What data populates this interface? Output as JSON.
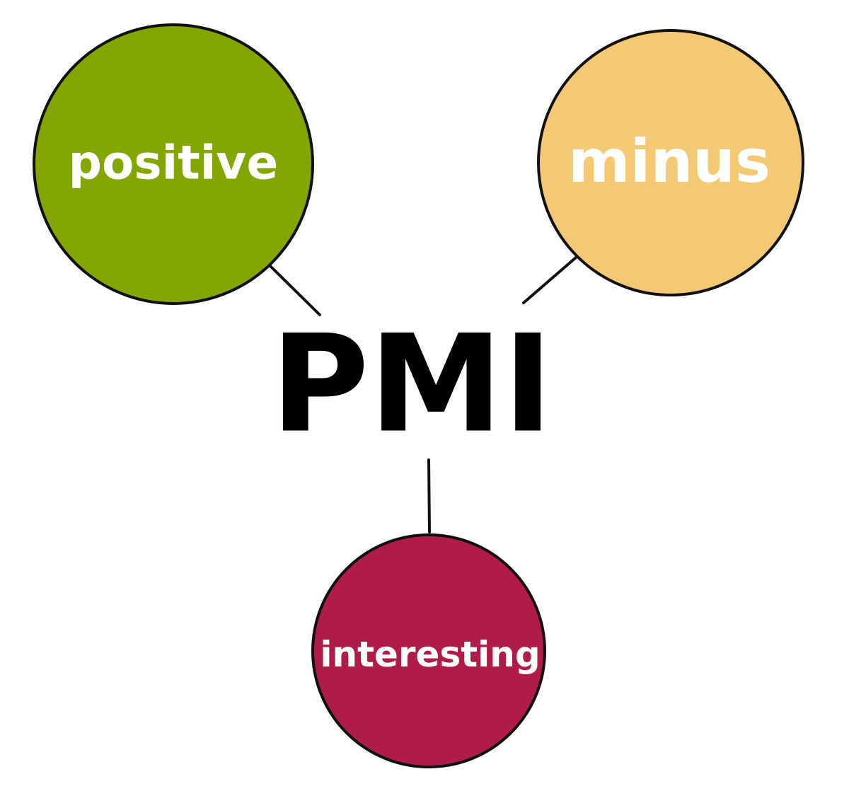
{
  "center": {
    "label": "PMI"
  },
  "nodes": [
    {
      "id": "positive",
      "label": "positive",
      "color": "#84a600"
    },
    {
      "id": "minus",
      "label": "minus",
      "color": "#f4c974"
    },
    {
      "id": "interesting",
      "label": "interesting",
      "color": "#b01c48"
    }
  ]
}
